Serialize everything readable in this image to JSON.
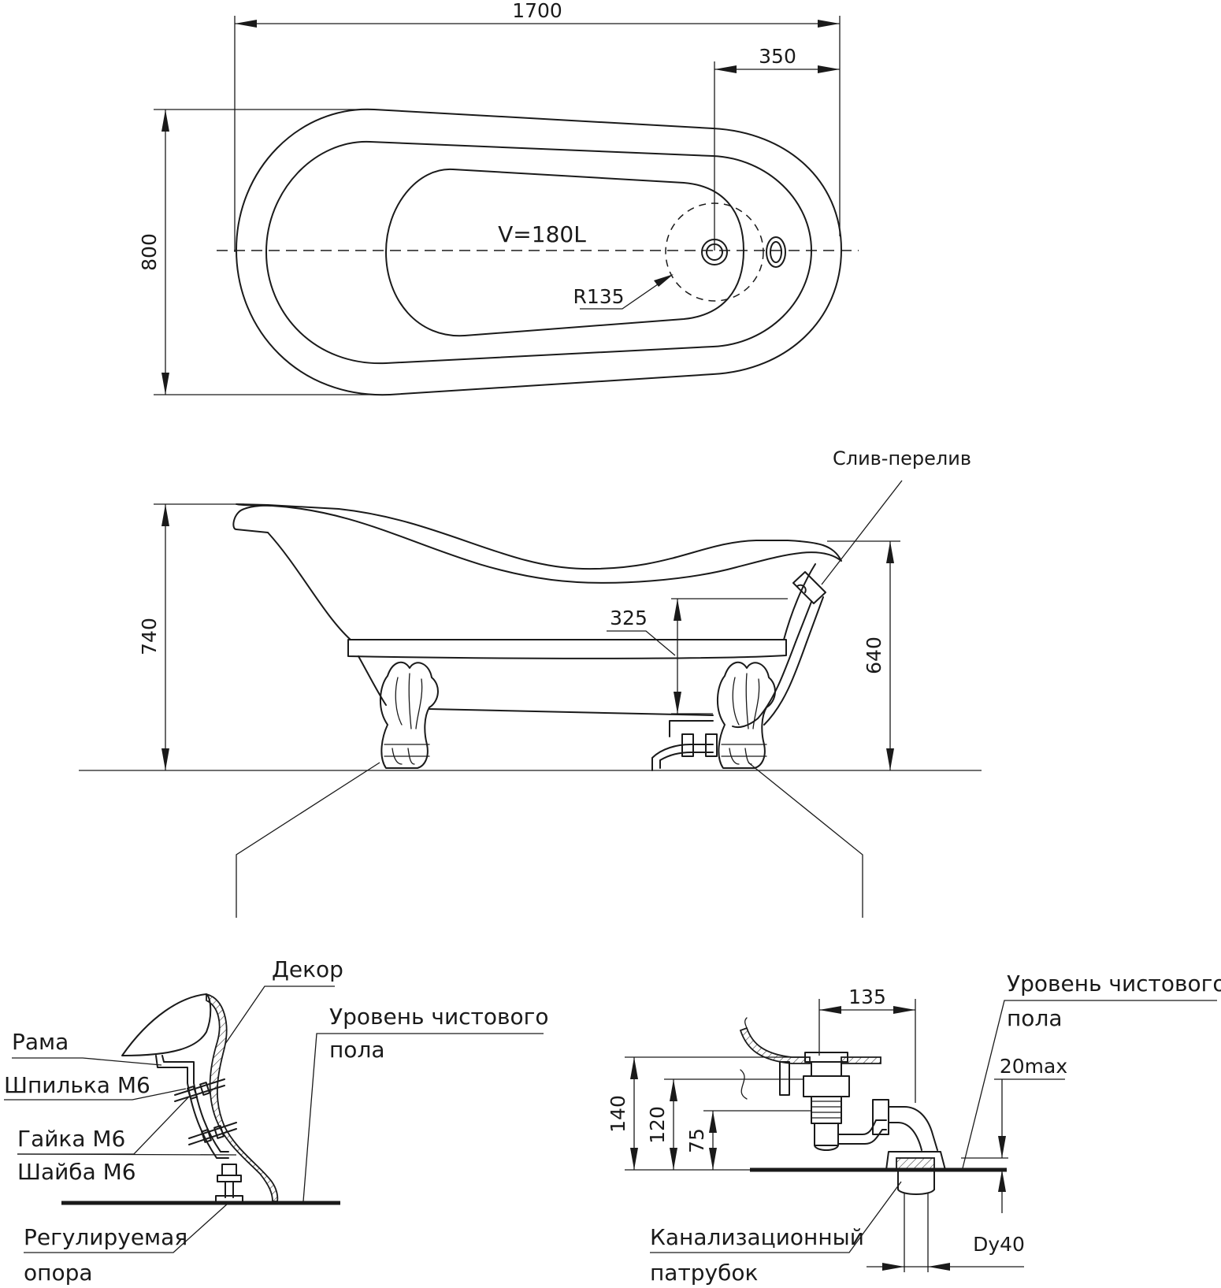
{
  "top_view": {
    "dim_length": "1700",
    "dim_drain_offset": "350",
    "dim_width": "800",
    "volume": "V=180L",
    "drain_radius": "R135"
  },
  "side_view": {
    "dim_height_total": "740",
    "dim_rim_height": "640",
    "dim_drain_height": "325",
    "overflow_label": "Слив-перелив"
  },
  "leg_detail": {
    "decor": "Декор",
    "floor_level_line1": "Уровень чистового",
    "floor_level_line2": "пола",
    "frame": "Рама",
    "stud": "Шпилька М6",
    "nut": "Гайка М6",
    "washer": "Шайба М6",
    "support_line1": "Регулируемая",
    "support_line2": "опора"
  },
  "drain_detail": {
    "dim_135": "135",
    "floor_level_line1": "Уровень чистового",
    "floor_level_line2": "пола",
    "dim_20max": "20max",
    "dim_140": "140",
    "dim_120": "120",
    "dim_75": "75",
    "sewer_line1": "Канализационный",
    "sewer_line2": "патрубок",
    "pipe_size": "Dy40"
  }
}
